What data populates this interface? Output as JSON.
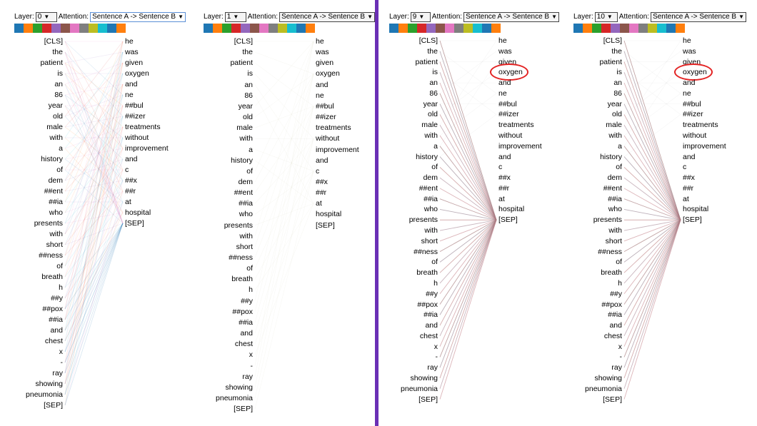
{
  "panels": [
    {
      "layer_label": "Layer:",
      "layer_value": "0",
      "attention_label": "Attention:",
      "attention_value": "Sentence A -> Sentence B",
      "highlighted_token": null
    },
    {
      "layer_label": "Layer:",
      "layer_value": "1",
      "attention_label": "Attention:",
      "attention_value": "Sentence A -> Sentence B",
      "highlighted_token": null
    },
    {
      "layer_label": "Layer:",
      "layer_value": "9",
      "attention_label": "Attention:",
      "attention_value": "Sentence A -> Sentence B",
      "highlighted_token": "oxygen"
    },
    {
      "layer_label": "Layer:",
      "layer_value": "10",
      "attention_label": "Attention:",
      "attention_value": "Sentence A -> Sentence B",
      "highlighted_token": "oxygen"
    }
  ],
  "dropdown_arrow": "▼",
  "head_colors": [
    "#1f77b4",
    "#ff7f0e",
    "#2ca02c",
    "#d62728",
    "#9467bd",
    "#8c564b",
    "#e377c2",
    "#7f7f7f",
    "#bcbd22",
    "#17becf",
    "#1f77b4",
    "#ff7f0e"
  ],
  "sentence_a": [
    "[CLS]",
    "the",
    "patient",
    "is",
    "an",
    "86",
    "year",
    "old",
    "male",
    "with",
    "a",
    "history",
    "of",
    "dem",
    "##ent",
    "##ia",
    "who",
    "presents",
    "with",
    "short",
    "##ness",
    "of",
    "breath",
    "h",
    "##y",
    "##pox",
    "##ia",
    "and",
    "chest",
    "x",
    "-",
    "ray",
    "showing",
    "pneumonia",
    "[SEP]"
  ],
  "sentence_b": [
    "he",
    "was",
    "given",
    "oxygen",
    "and",
    "ne",
    "##bul",
    "##izer",
    "treatments",
    "without",
    "improvement",
    "and",
    "c",
    "##x",
    "##r",
    "at",
    "hospital",
    "[SEP]"
  ],
  "divider_color": "#6a2fb5",
  "highlight_color": "#e32222"
}
